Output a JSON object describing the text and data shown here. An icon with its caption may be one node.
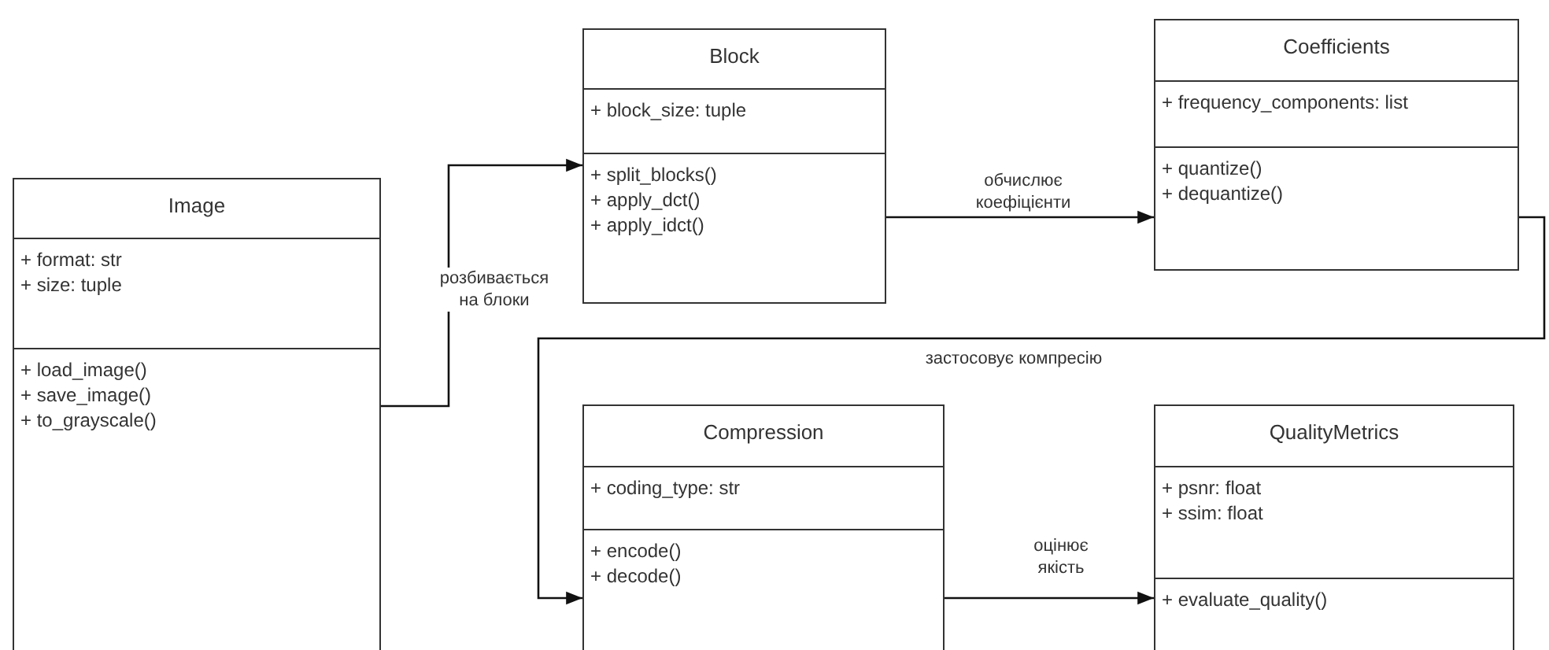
{
  "diagram": {
    "nodes": [
      {
        "text": [
          "Image",
          "+ format: str + size: tuple",
          "+ load_image() + save_image() + to_grayscale()"
        ]
      },
      {
        "text": [
          "Block",
          "+ block_size: tuple",
          "+ split_blocks() + apply_dct() + apply_idct()"
        ]
      },
      {
        "text": [
          "Coefficients",
          "+ frequency_components: list",
          "+ quantize() + dequantize()"
        ]
      },
      {
        "text": [
          "Compression",
          "+ coding_type: str",
          "+ encode() + decode()"
        ]
      },
      {
        "text": [
          "QualityMetrics",
          "+ psnr: float + ssim: float",
          "+ evaluate_quality()"
        ]
      }
    ],
    "edges": [
      {
        "from": 0,
        "to": 1,
        "arrow": "to",
        "label": "розбивається на блоки"
      },
      {
        "from": 1,
        "to": 2,
        "arrow": "to",
        "label": "обчислює коефіцієнти"
      },
      {
        "from": 2,
        "to": 3,
        "arrow": "to",
        "label": "застосовує компресію"
      },
      {
        "from": 3,
        "to": 4,
        "arrow": "to",
        "label": "оцінює якість"
      }
    ]
  }
}
